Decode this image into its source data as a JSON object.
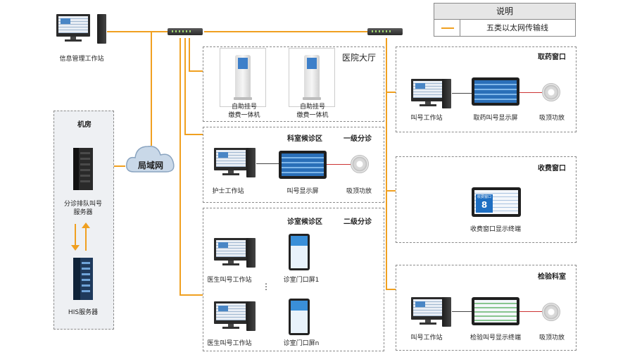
{
  "legend": {
    "title": "说明",
    "line_label": "五类以太网传输线",
    "line_color": "#f0a020"
  },
  "top": {
    "info_station": "信息管理工作站"
  },
  "machine_room": {
    "title": "机房",
    "server1": "分诊排队叫号\n服务器",
    "server2": "HIS服务器"
  },
  "network": {
    "label": "局域网"
  },
  "hall": {
    "title": "医院大厅",
    "kiosk1": "自助挂号\n缴费一体机",
    "kiosk2": "自助挂号\n缴费一体机"
  },
  "zone1": {
    "title": "科室候诊区",
    "level": "一级分诊",
    "nurse": "护士工作站",
    "display": "叫号显示屏",
    "speaker": "吸顶功放"
  },
  "zone2": {
    "title": "诊室候诊区",
    "level": "二级分诊",
    "doctor1": "医生叫号工作站",
    "door1": "诊室门口屏1",
    "doctor2": "医生叫号工作站",
    "door2": "诊室门口屏n"
  },
  "pharmacy": {
    "title": "取药窗口",
    "station": "叫号工作站",
    "display": "取药叫号显示屏",
    "speaker": "吸顶功放"
  },
  "cashier": {
    "title": "收费窗口",
    "display": "收费窗口显示终端",
    "screen_head": "收费窗口",
    "screen_num": "8"
  },
  "lab": {
    "title": "检验科室",
    "station": "叫号工作站",
    "display": "检验叫号显示终端",
    "speaker": "吸顶功放"
  }
}
